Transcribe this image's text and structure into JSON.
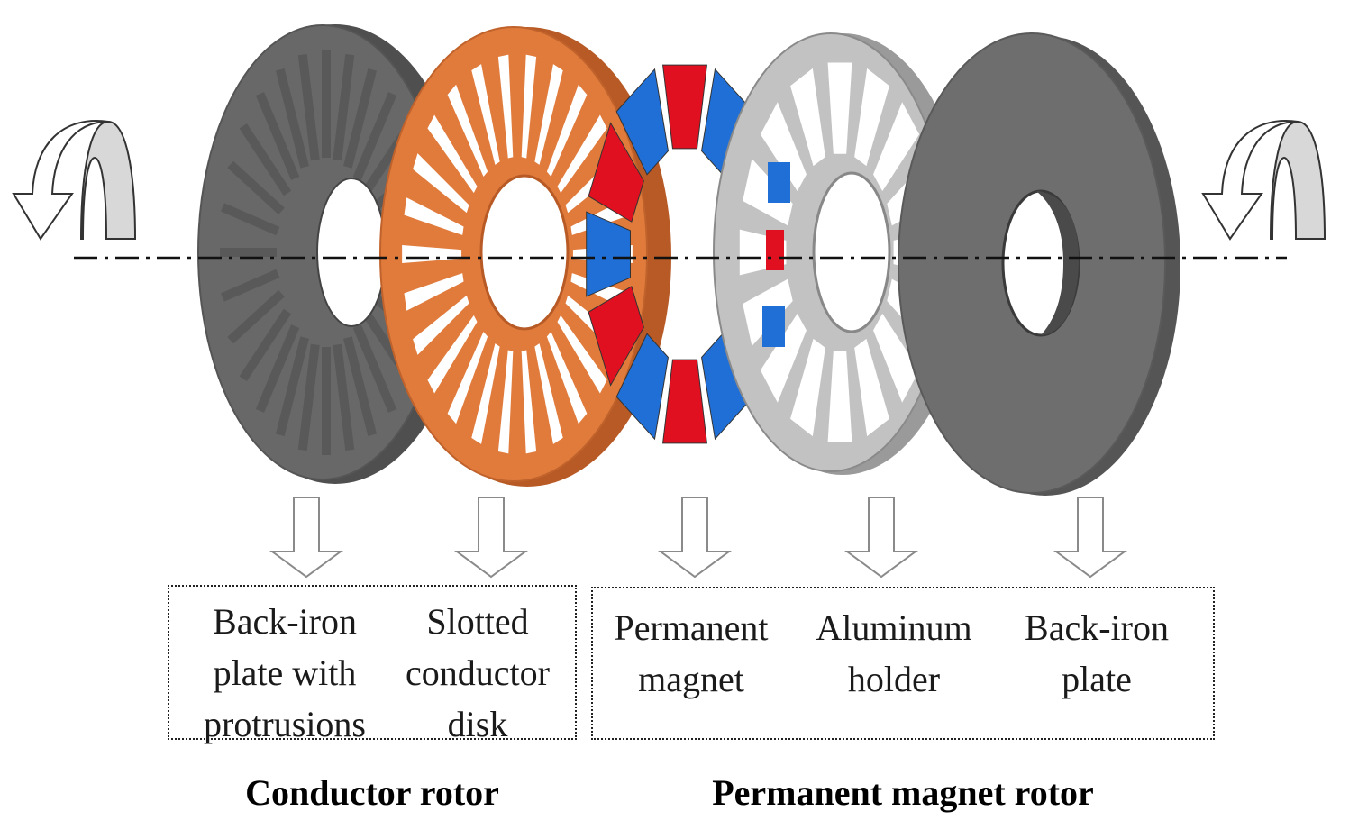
{
  "components": [
    {
      "id": "backiron-protrusions",
      "lines": [
        "Back-iron",
        "plate with",
        "protrusions"
      ],
      "color": "#6b6b6b"
    },
    {
      "id": "slotted-disk",
      "lines": [
        "Slotted",
        "conductor",
        "disk"
      ],
      "color": "#e07b3c"
    },
    {
      "id": "permanent-magnet",
      "lines": [
        "Permanent",
        "magnet"
      ],
      "colors": [
        "#e01020",
        "#1f6fd6"
      ]
    },
    {
      "id": "aluminum-holder",
      "lines": [
        "Aluminum",
        "holder"
      ],
      "color": "#bdbdbd"
    },
    {
      "id": "backiron-plate",
      "lines": [
        "Back-iron",
        "plate"
      ],
      "color": "#6e6e6e"
    }
  ],
  "groups": {
    "conductor": "Conductor rotor",
    "pm": "Permanent magnet rotor"
  }
}
